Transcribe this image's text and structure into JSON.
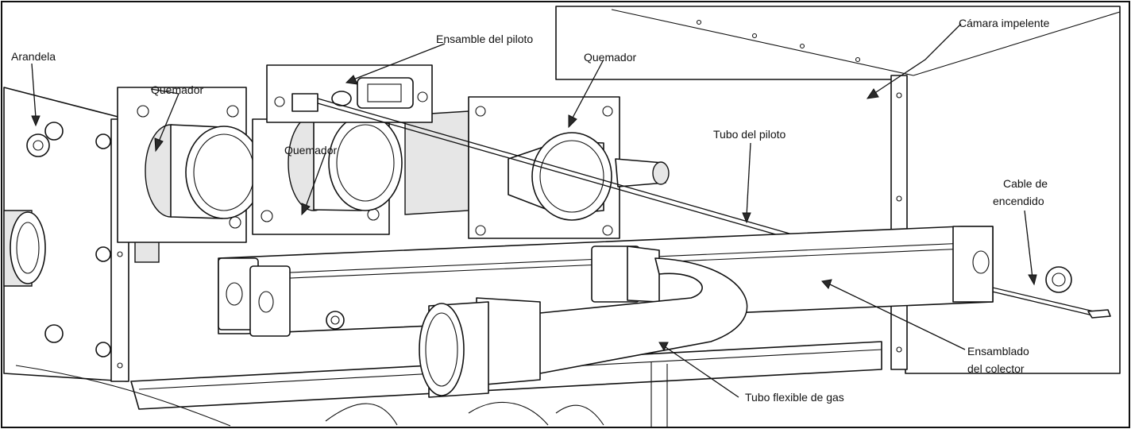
{
  "labels": {
    "arandela": "Arandela",
    "quemador_left": "Quemador",
    "ensamble_piloto": "Ensamble del piloto",
    "quemador_right": "Quemador",
    "quemador_center": "Quemador",
    "camara": "Cámara impelente",
    "tubo_piloto": "Tubo del piloto",
    "cable_line1": "Cable de",
    "cable_line2": "encendido",
    "colector_line1": "Ensamblado",
    "colector_line2": "del colector",
    "tubo_gas": "Tubo flexible de gas"
  }
}
